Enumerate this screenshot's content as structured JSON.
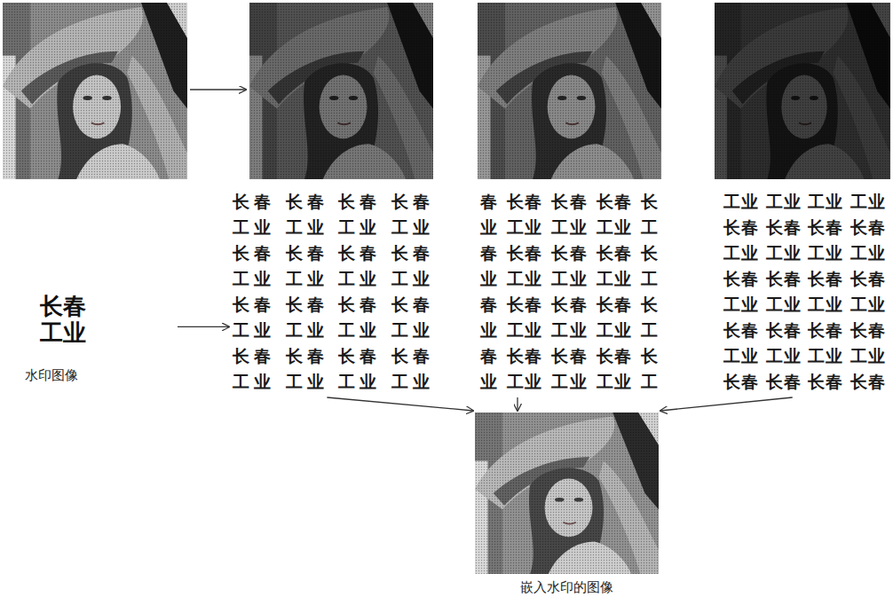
{
  "diagram": {
    "nodes": [
      {
        "text": [
          "长春 工业",
          "水印图像"
        ]
      },
      {
        "text": [
          "长春 长春 长春 长春",
          "工业 工业 工业 工业",
          "长春 长春 长春 长春",
          "工业 工业 工业 工业",
          "长春 长春 长春 长春",
          "工业 工业 工业 工业",
          "长春 长春 长春 长春",
          "工业 工业 工业 工业"
        ]
      },
      {
        "text": [
          "春 长春 长春 长春 长",
          "业 工业 工业 工业 工",
          "春 长春 长春 长春 长",
          "业 工业 工业 工业 工",
          "春 长春 长春 长春 长",
          "业 工业 工业 工业 工",
          "春 长春 长春 长春 长",
          "业 工业 工业 工业 工"
        ]
      },
      {
        "text": [
          "工业 工业 工业 工业",
          "长春 长春 长春 长春",
          "工业 工业 工业 工业",
          "长春 长春 长春 长春",
          "工业 工业 工业 工业",
          "长春 长春 长春 长春",
          "工业 工业 工业 工业",
          "长春 长春 长春 长春"
        ]
      },
      {
        "text": [
          "嵌入水印的图像"
        ]
      }
    ],
    "edges": [
      {
        "from": 0,
        "to": 1,
        "arrow": "to"
      },
      {
        "from": 1,
        "to": 4,
        "arrow": "to"
      },
      {
        "from": 2,
        "to": 4,
        "arrow": "to"
      },
      {
        "from": 3,
        "to": 4,
        "arrow": "to"
      }
    ]
  }
}
